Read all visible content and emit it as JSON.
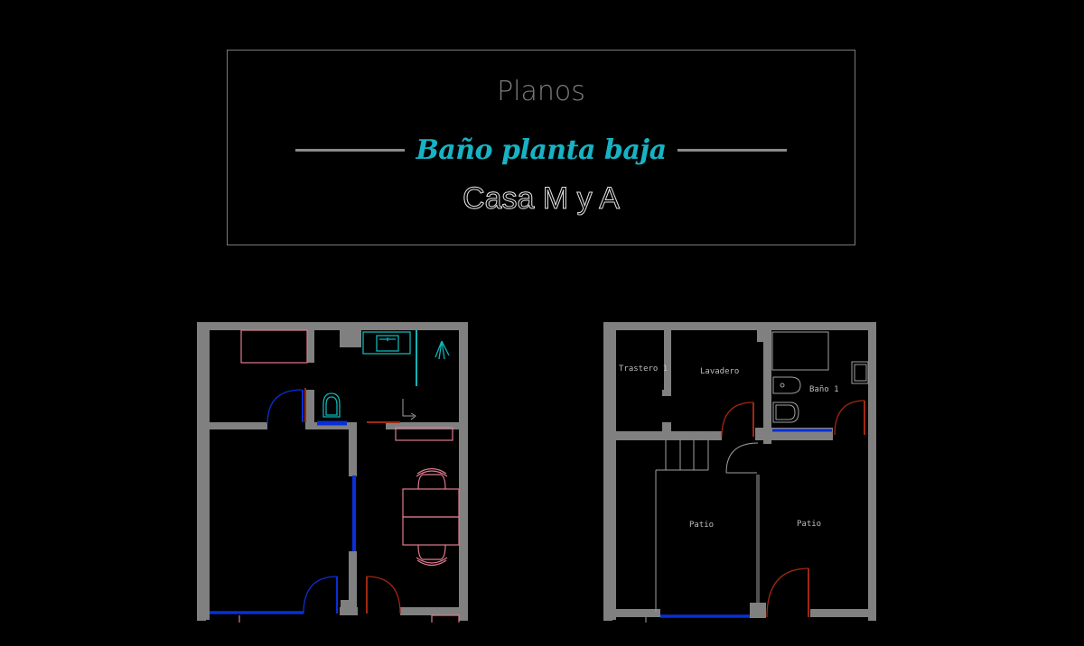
{
  "title_block": {
    "heading": "Planos",
    "subtitle": "Baño planta baja",
    "project": "Casa M y A"
  },
  "colors": {
    "background": "#000000",
    "wall": "#808080",
    "accent_cyan": "#17b3c4",
    "window_blue": "#0a2fd6",
    "door_red": "#a02810",
    "furniture_pink": "#e07a90",
    "fixture_cyan": "#10b4b4"
  },
  "plan_left": {
    "name": "planta-baja-izquierda",
    "rooms": []
  },
  "plan_right": {
    "name": "planta-baja-derecha",
    "rooms": [
      {
        "label": "Trastero 1"
      },
      {
        "label": "Lavadero"
      },
      {
        "label": "Baño 1"
      },
      {
        "label": "Patio"
      },
      {
        "label": "Patio"
      }
    ]
  }
}
